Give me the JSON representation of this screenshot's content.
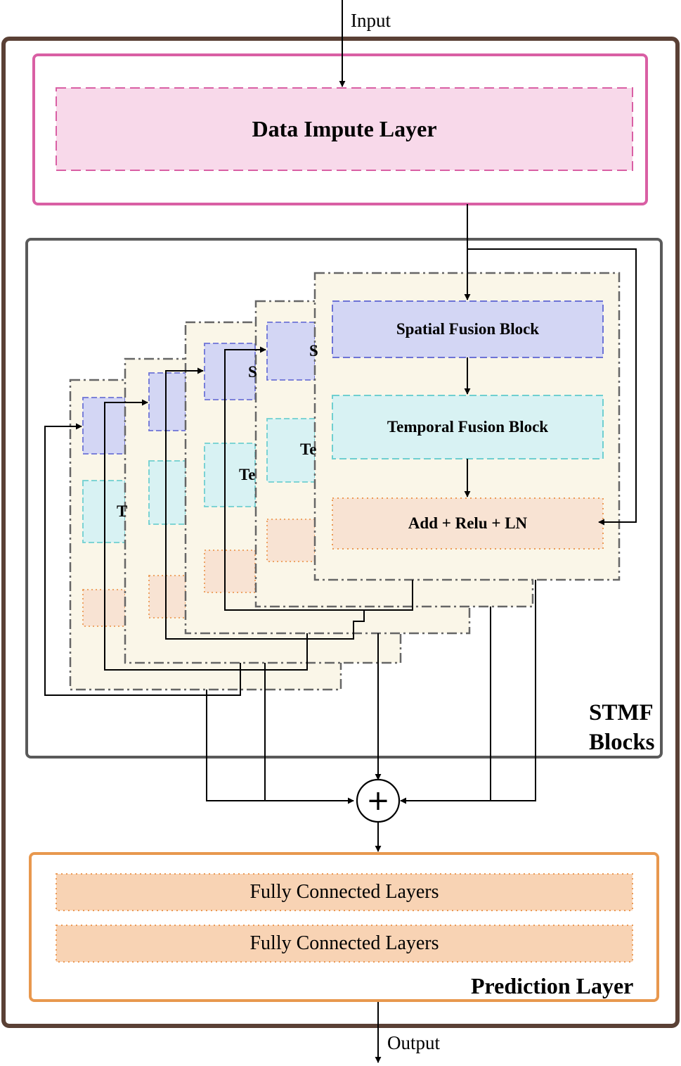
{
  "input_label": "Input",
  "output_label": "Output",
  "data_impute": {
    "label": "Data Impute Layer"
  },
  "stmf": {
    "label_line1": "STMF",
    "label_line2": "Blocks",
    "front_block": {
      "spatial": "Spatial Fusion Block",
      "temporal": "Temporal Fusion Block",
      "addnorm": "Add + Relu + LN"
    },
    "back_fragments": {
      "block4_s": "S",
      "block4_t": "Te",
      "block3_s": "S",
      "block3_t": "Te",
      "block1_t": "T"
    }
  },
  "sum_symbol": "+",
  "prediction": {
    "label": "Prediction Layer",
    "fc1": "Fully Connected Layers",
    "fc2": "Fully Connected Layers"
  },
  "colors": {
    "outer_frame": "#5a4035",
    "impute_border": "#d95fa4",
    "impute_fill": "#f8d9ea",
    "stmf_border": "#5a5a5a",
    "block_bg": "#faf6e8",
    "spatial_fill": "#d3d6f4",
    "spatial_border": "#6d73d6",
    "temporal_fill": "#d8f2f3",
    "temporal_border": "#6fcfd0",
    "add_fill": "#f8e3d3",
    "add_border": "#ec9a55",
    "pred_border": "#e8984e",
    "fc_fill": "#f8d3b4"
  }
}
